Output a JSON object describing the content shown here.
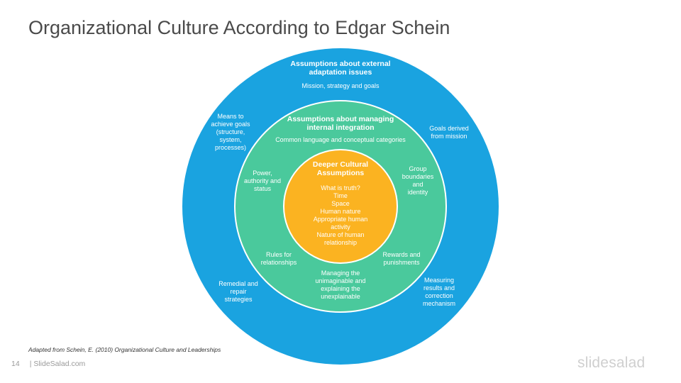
{
  "slide": {
    "title": "Organizational Culture According to Edgar Schein",
    "caption": "Adapted from Schein, E. (2010) Organizational Culture and Leaderships",
    "page_number": "14",
    "site": "| SlideSalad.com",
    "brand": "slidesalad"
  },
  "colors": {
    "outer": "#1aa3e0",
    "middle": "#4ac99c",
    "inner": "#fbb321"
  },
  "outer_ring": {
    "heading": "Assumptions about external\nadaptation issues",
    "subheading": "Mission, strategy and goals",
    "items": [
      "Means to\nachieve goals\n(structure,\nsystem,\nprocesses)",
      "Goals derived\nfrom mission",
      "Remedial and\nrepair\nstrategies",
      "Measuring\nresults and\ncorrection\nmechanism"
    ]
  },
  "middle_ring": {
    "heading": "Assumptions about managing\ninternal integration",
    "subheading": "Common language  and conceptual categories",
    "items": [
      "Power,\nauthority  and\nstatus",
      "Group\nboundaries\nand\nidentity",
      "Rules for\nrelationships",
      "Rewards and\npunishments",
      "Managing the\nunimaginable  and\nexplaining the\nunexplainable"
    ]
  },
  "core": {
    "heading": "Deeper Cultural\nAssumptions",
    "items": "What is truth?\nTime\nSpace\nHuman nature\nAppropriate  human\nactivity\nNature  of human\nrelationship"
  }
}
